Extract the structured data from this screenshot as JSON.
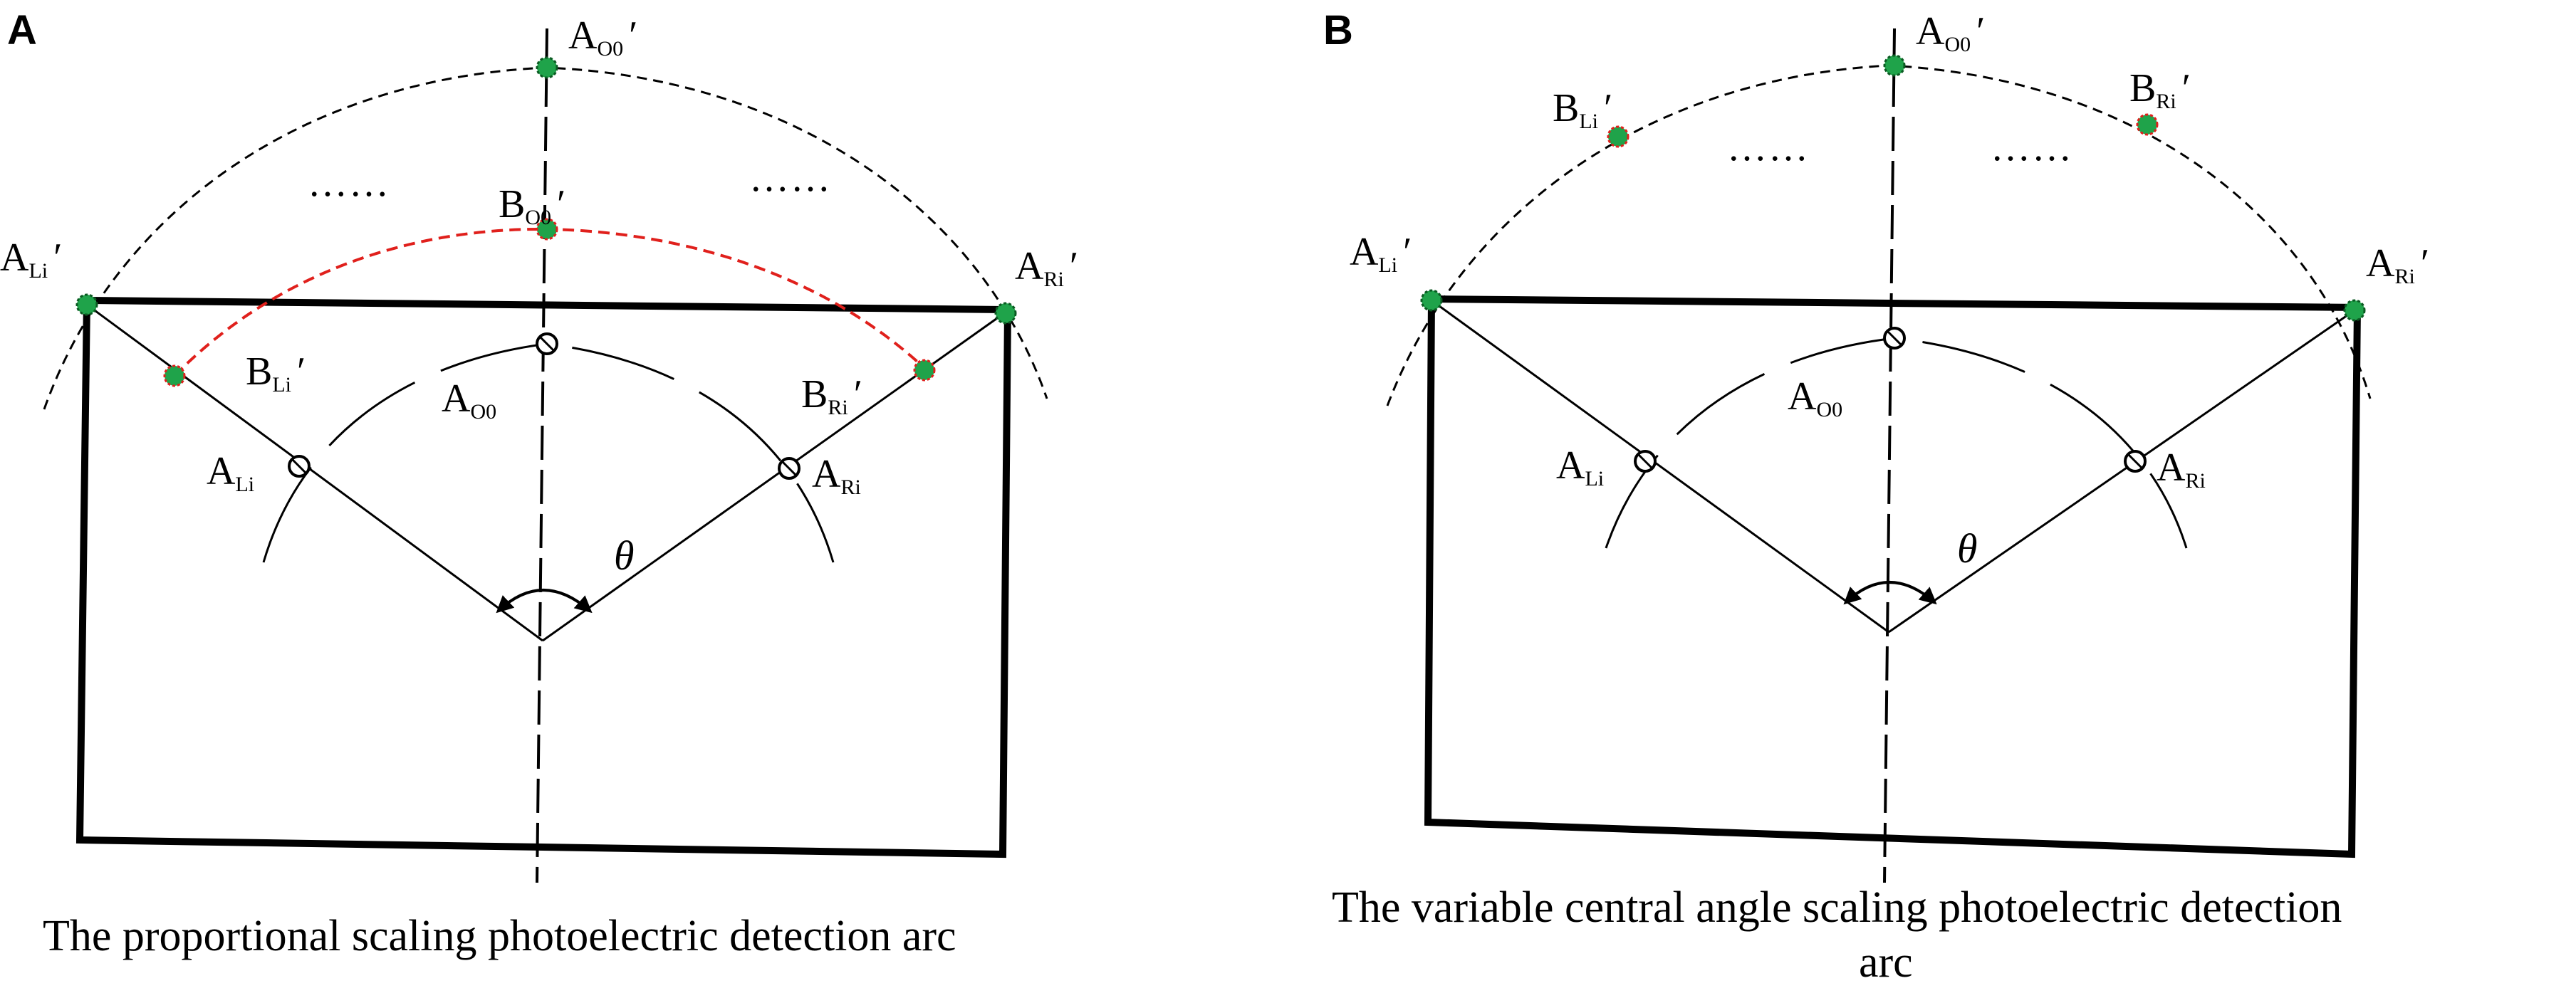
{
  "panels": [
    {
      "id": "A",
      "letter": "A",
      "caption_lines": [
        "The proportional scaling photoelectric detection arc"
      ],
      "ellipsis_left": "……",
      "ellipsis_right": "……",
      "theta": "θ",
      "labels": {
        "AO0p": {
          "main": "A",
          "sub": "O0",
          "post": "′"
        },
        "BO0p": {
          "main": "B",
          "sub": "O0",
          "post": "′"
        },
        "ALip": {
          "main": "A",
          "sub": "Li",
          "post": "′"
        },
        "ARip": {
          "main": "A",
          "sub": "Ri",
          "post": "′"
        },
        "BLip": {
          "main": "B",
          "sub": "Li",
          "post": "′"
        },
        "BRip": {
          "main": "B",
          "sub": "Ri",
          "post": "′"
        },
        "AO0": {
          "main": "A",
          "sub": "O0",
          "post": ""
        },
        "ALi": {
          "main": "A",
          "sub": "Li",
          "post": ""
        },
        "ARi": {
          "main": "A",
          "sub": "Ri",
          "post": ""
        }
      }
    },
    {
      "id": "B",
      "letter": "B",
      "caption_lines": [
        "The variable central angle scaling photoelectric detection",
        "arc"
      ],
      "ellipsis_left": "……",
      "ellipsis_right": "……",
      "theta": "θ",
      "labels": {
        "AO0p": {
          "main": "A",
          "sub": "O0",
          "post": "′"
        },
        "BLip": {
          "main": "B",
          "sub": "Li",
          "post": "′"
        },
        "BRip": {
          "main": "B",
          "sub": "Ri",
          "post": "′"
        },
        "ALip": {
          "main": "A",
          "sub": "Li",
          "post": "′"
        },
        "ARip": {
          "main": "A",
          "sub": "Ri",
          "post": "′"
        },
        "AO0": {
          "main": "A",
          "sub": "O0",
          "post": ""
        },
        "ALi": {
          "main": "A",
          "sub": "Li",
          "post": ""
        },
        "ARi": {
          "main": "A",
          "sub": "Ri",
          "post": ""
        }
      }
    }
  ],
  "colors": {
    "green_point": "#1fa34a",
    "red_dashed": "#e0201c",
    "line": "#000000"
  }
}
